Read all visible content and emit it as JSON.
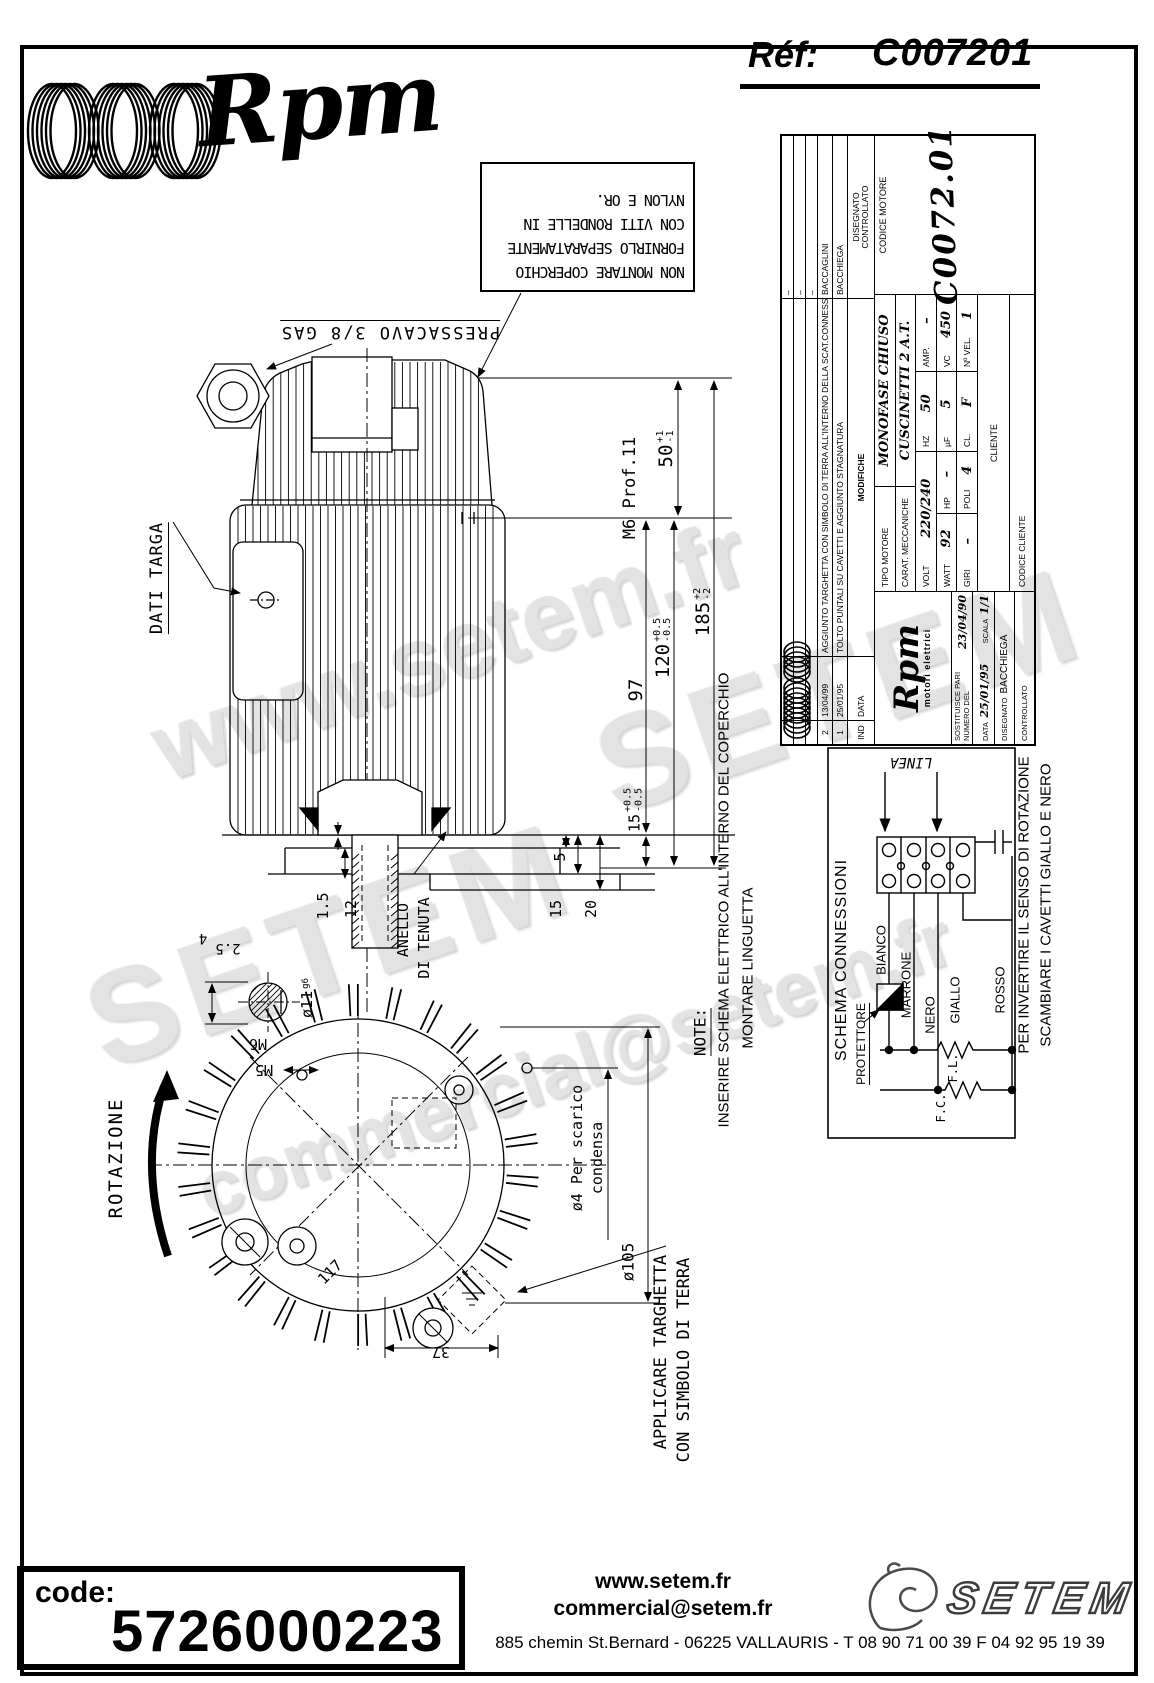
{
  "header": {
    "logo": "Rpm",
    "ref_label": "Réf:",
    "ref_value": "C007201"
  },
  "notes": {
    "cover_1": "NON MONTARE COPERCHIO",
    "cover_2": "FORNIRLO SEPARATAMENTE",
    "cover_3": "CON VITI RONDELLE IN",
    "cover_4": "NYLON E OR.",
    "pressacavo": "PRESSACAVO 3/8 GAS",
    "dati_targa": "DATI TARGA",
    "anello_1": "ANELLO",
    "anello_2": "DI TENUTA",
    "note_label": "NOTE:",
    "inserire": "INSERIRE SCHEMA ELETTRICO ALL'INTERNO DEL COPERCHIO",
    "montare": "MONTARE LINGUETTA",
    "rotazione": "ROTAZIONE",
    "applicare_1": "APPLICARE TARGHETTA",
    "applicare_2": "CON SIMBOLO DI TERRA",
    "scarico_1": "ø4 Per scarico",
    "scarico_2": "condensa"
  },
  "dims": {
    "d50": "50",
    "t50p": "+1",
    "t50m": "-1",
    "m6prof": "M6 Prof.11",
    "d97": "97",
    "d120": "120",
    "t120p": "+0.5",
    "t120m": "-0.5",
    "d185": "185",
    "t185p": "+2",
    "t185m": "-2",
    "d15a": "15",
    "t15p": "+0.5",
    "t15m": "-0.5",
    "d15b": "15",
    "d20": "20",
    "d5": "5",
    "d1_5": "1.5",
    "d12": "12",
    "d2_5": "2.5",
    "d4": "4",
    "dia11": "ø11",
    "g6": "g6",
    "m6": "M6",
    "m5": "M5",
    "d37": "37",
    "d117": "117",
    "dia105": "ø105"
  },
  "schema": {
    "title": "SCHEMA CONNESSIONI",
    "protettore": "PROTETTORE",
    "linea": "LINEA",
    "bianco": "BIANCO",
    "marrone": "MARRONE",
    "nero": "NERO",
    "giallo": "GIALLO",
    "rosso": "ROSSO",
    "fl": "F.L.",
    "fc": "F.C.",
    "invertire_1": "PER INVERTIRE IL SENSO DI ROTAZIONE",
    "invertire_2": "SCAMBIARE I CAVETTI GIALLO E NERO"
  },
  "titleblock": {
    "empty_dash": "–",
    "revisions": [
      {
        "n": "2",
        "date": "13/04/99",
        "desc": "AGGIUNTO TARGHETTA CON SIMBOLO DI TERRA ALL'INTERNO DELLA SCAT.CONNESS.",
        "name": "BACCAGLINI"
      },
      {
        "n": "1",
        "date": "25/01/95",
        "desc": "TOLTO PUNTALI SU CAVETTI E AGGIUNTO STAGNATURA",
        "name": "BACCHIEGA"
      }
    ],
    "ind": "IND",
    "data_col": "DATA",
    "modifiche": "MODIFICHE",
    "disegnato": "DISEGNATO",
    "controllato": "CONTROLLATO",
    "tipo_label": "TIPO MOTORE",
    "tipo": "MONOFASE CHIUSO",
    "carat_label": "CARAT. MECCANICHE",
    "carat": "CUSCINETTI 2 A.T.",
    "volt_label": "VOLT",
    "volt": "220/240",
    "hz_label": "HZ",
    "hz": "50",
    "amp_label": "AMP.",
    "amp": "–",
    "watt_label": "WATT",
    "watt": "92",
    "hp_label": "HP",
    "hp": "–",
    "uf_label": "µF",
    "uf": "5",
    "vc_label": "VC",
    "vc": "450",
    "giri_label": "GIRI",
    "giri": "–",
    "poli_label": "POLI",
    "poli": "4",
    "cl_label": "CL.",
    "cl": "F",
    "nvel_label": "Nº VEL.",
    "nvel": "1",
    "cliente": "CLIENTE",
    "codice_motore_label": "CODICE MOTORE",
    "codice_motore": "C0072.01",
    "codice_cliente": "CODICE CLIENTE",
    "rpm": "Rpm",
    "motori": "motori elettrici",
    "sostituisce": "SOSTITUISCE PARI NUMERO DEL",
    "sost_date": "23/04/90",
    "data_label": "DATA",
    "data_value": "25/01/95",
    "scala_label": "SCALA",
    "scala": "1/1",
    "disegnato_name": "BACCHIEGA"
  },
  "watermarks": {
    "wm1": "www.setem.fr",
    "wm2": "SETEM",
    "wm3": "SETEM",
    "wm4": "commercial@setem.fr"
  },
  "footer": {
    "code_label": "code:",
    "code": "5726000223",
    "site": "www.setem.fr",
    "email": "commercial@setem.fr",
    "address": "885 chemin St.Bernard  -  06225 VALLAURIS  -  T 08 90 71 00 39   F 04 92 95 19 39",
    "brand": "SETEM"
  }
}
